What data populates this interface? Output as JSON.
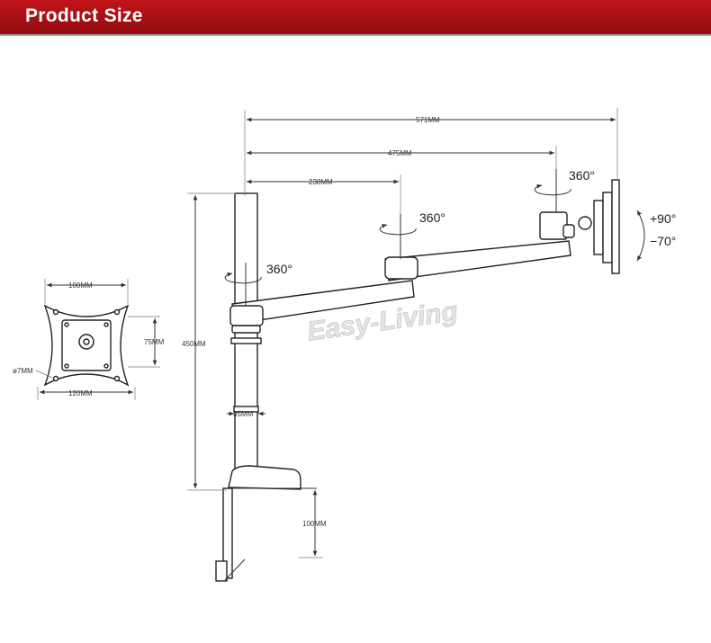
{
  "header": {
    "title": "Product Size",
    "colors": {
      "primary": "#c1141a",
      "dark": "#8e0b0f",
      "accent": "#a2a2a2"
    }
  },
  "dimensions": {
    "total_reach": "571MM",
    "second_arm_reach": "475MM",
    "first_arm_reach": "238MM",
    "pole_height": "450MM",
    "pole_diameter": "35MM",
    "clamp_range": "100MM",
    "vesa_top": "100MM",
    "vesa_bottom": "120MM",
    "vesa_side": "75MM",
    "hole_diameter": "ø7MM"
  },
  "rotations": {
    "base_joint": "360°",
    "elbow_joint": "360°",
    "head_joint": "360°",
    "tilt_up": "+90°",
    "tilt_down": "−70°"
  },
  "watermark": "Easy-Living"
}
